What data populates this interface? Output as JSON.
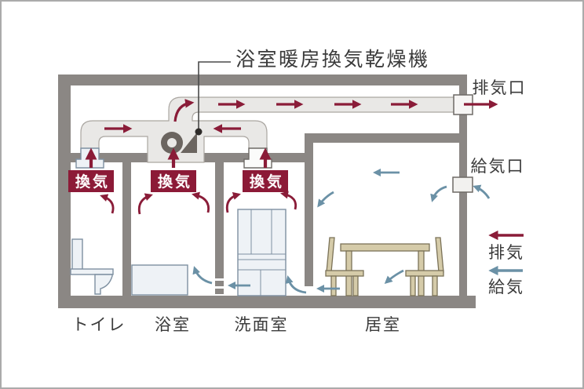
{
  "callout": {
    "label": "浴室暖房換気乾燥機"
  },
  "ports": {
    "exhaust_outlet": "排気口",
    "supply_inlet": "給気口"
  },
  "vent_badges": [
    {
      "label": "換気"
    },
    {
      "label": "換気"
    },
    {
      "label": "換気"
    }
  ],
  "rooms": [
    {
      "label": "トイレ"
    },
    {
      "label": "浴室"
    },
    {
      "label": "洗面室"
    },
    {
      "label": "居室"
    }
  ],
  "legend": {
    "exhaust": {
      "label": "排気",
      "color": "#8a1c38"
    },
    "supply": {
      "label": "給気",
      "color": "#6b91a6"
    }
  },
  "colors": {
    "wall": "#8b8784",
    "duct": "#e9e8e6",
    "duct_edge": "#aaa6a1",
    "exhaust_flow": "#8a1c38",
    "supply_flow": "#6b91a6",
    "fan_unit": "#6b6560",
    "badge_bg": "#8c1a37",
    "badge_text": "#ffffff",
    "label_text": "#3b3b3b",
    "furniture_fill": "#eef2f6",
    "furniture_stroke": "#7e90a1",
    "wood_fill": "#d5cba9",
    "wood_stroke": "#7b7257"
  }
}
